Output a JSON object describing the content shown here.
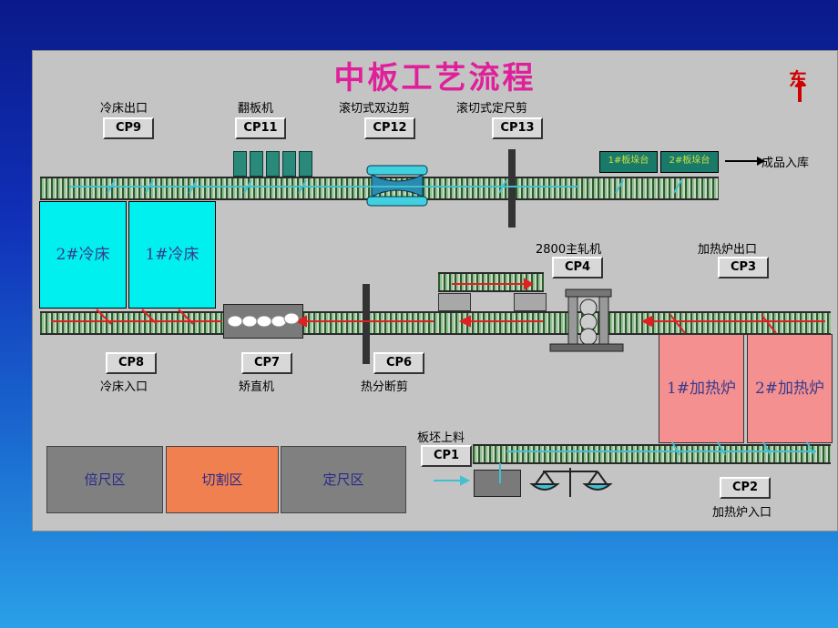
{
  "title": "中板工艺流程",
  "compass": "东",
  "buttons": {
    "cp1": "CP1",
    "cp2": "CP2",
    "cp3": "CP3",
    "cp4": "CP4",
    "cp6": "CP6",
    "cp7": "CP7",
    "cp8": "CP8",
    "cp9": "CP9",
    "cp11": "CP11",
    "cp12": "CP12",
    "cp13": "CP13"
  },
  "labels": {
    "cooler_exit": "冷床出口",
    "flipper": "翻板机",
    "double_shear": "滚切式双边剪",
    "fixed_shear": "滚切式定尺剪",
    "finished_storage": "成品入库",
    "main_mill": "2800主轧机",
    "furnace_exit": "加热炉出口",
    "cooler_entry": "冷床入口",
    "straightener": "矫直机",
    "hot_shear": "热分断剪",
    "billet_loading": "板坯上料",
    "furnace_entry": "加热炉入口"
  },
  "coolers": {
    "c2": "2#冷床",
    "c1": "1#冷床"
  },
  "furnaces": {
    "f1": "1#加热炉",
    "f2": "2#加热炉"
  },
  "stacks": {
    "s1": "1#板垛台",
    "s2": "2#板垛台"
  },
  "zones": {
    "z1": "倍尺区",
    "z2": "切割区",
    "z3": "定尺区"
  },
  "colors": {
    "title": "#e0209a",
    "cooler": "#00f0f0",
    "furnace": "#f49090",
    "zone_gray": "#808080",
    "zone_orange": "#f08050",
    "flow_arrow": "#e02020",
    "flow_arrow_top": "#40c0d0"
  }
}
